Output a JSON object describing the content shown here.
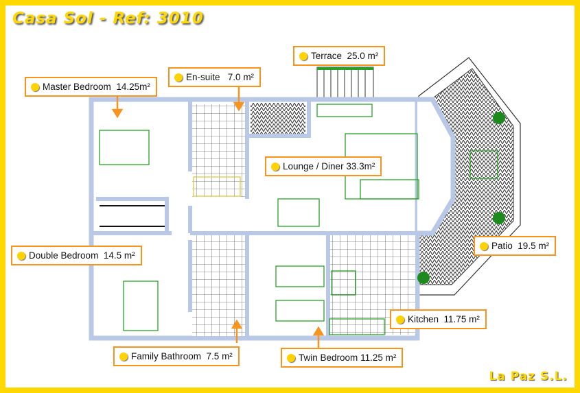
{
  "title": "Casa Sol - Ref: 3010",
  "brand": "La Paz S.L.",
  "colors": {
    "frame": "#ffd800",
    "label_border": "#f7941d",
    "wall": "#b8c8e6",
    "furniture": "#2aa02a"
  },
  "rooms": [
    {
      "name": "Master Bedroom",
      "area": "14.25m²"
    },
    {
      "name": "En-suite",
      "area": "7.0 m²"
    },
    {
      "name": "Terrace",
      "area": "25.0 m²"
    },
    {
      "name": "Lounge / Diner",
      "area": "33.3m²"
    },
    {
      "name": "Double Bedroom",
      "area": "14.5 m²"
    },
    {
      "name": "Patio",
      "area": "19.5 m²"
    },
    {
      "name": "Kitchen",
      "area": "11.75 m²"
    },
    {
      "name": "Family Bathroom",
      "area": "7.5 m²"
    },
    {
      "name": "Twin Bedroom",
      "area": "11.25 m²"
    }
  ]
}
